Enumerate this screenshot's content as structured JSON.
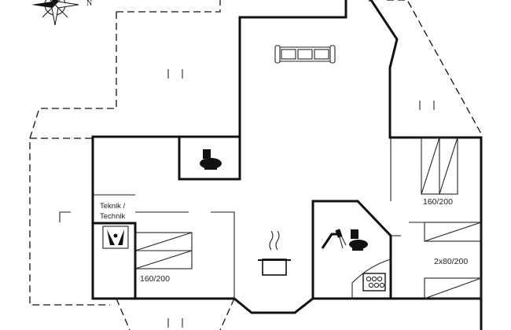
{
  "compass": {
    "north_label": "N"
  },
  "rooms": {
    "technik_label_line1": "Teknik /",
    "technik_label_line2": "Technik",
    "bedroom_top_right_bed": "160/200",
    "bedroom_bottom_right_beds": "2x80/200",
    "bedroom_bottom_left_bed": "160/200"
  },
  "icons": [
    "compass-rose-icon",
    "sofa-icon",
    "toilet-icon",
    "cooking-pot-icon",
    "shower-icon",
    "sauna-stove-icon",
    "boiler-icon",
    "double-bed-icon",
    "single-bed-icon"
  ]
}
